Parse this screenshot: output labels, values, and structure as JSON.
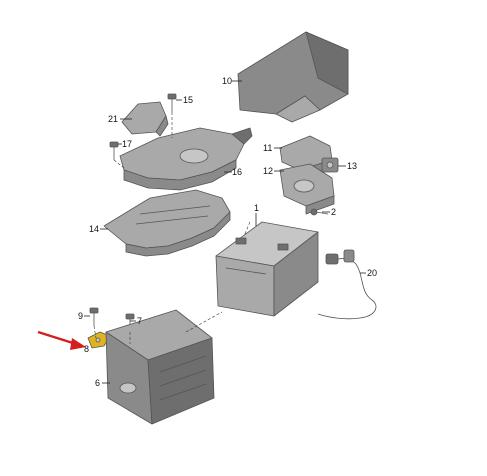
{
  "accent_color": "#d51f1f",
  "callouts": [
    {
      "id": "p10",
      "label": "10"
    },
    {
      "id": "p15",
      "label": "15"
    },
    {
      "id": "p21",
      "label": "21"
    },
    {
      "id": "p17",
      "label": "17"
    },
    {
      "id": "p11",
      "label": "11"
    },
    {
      "id": "p13",
      "label": "13"
    },
    {
      "id": "p16",
      "label": "16"
    },
    {
      "id": "p12",
      "label": "12"
    },
    {
      "id": "p2",
      "label": "2"
    },
    {
      "id": "p1",
      "label": "1"
    },
    {
      "id": "p14",
      "label": "14"
    },
    {
      "id": "p20",
      "label": "20"
    },
    {
      "id": "p9",
      "label": "9"
    },
    {
      "id": "p7",
      "label": "7"
    },
    {
      "id": "p8",
      "label": "8"
    },
    {
      "id": "p6",
      "label": "6"
    }
  ],
  "highlighted_part": "8"
}
